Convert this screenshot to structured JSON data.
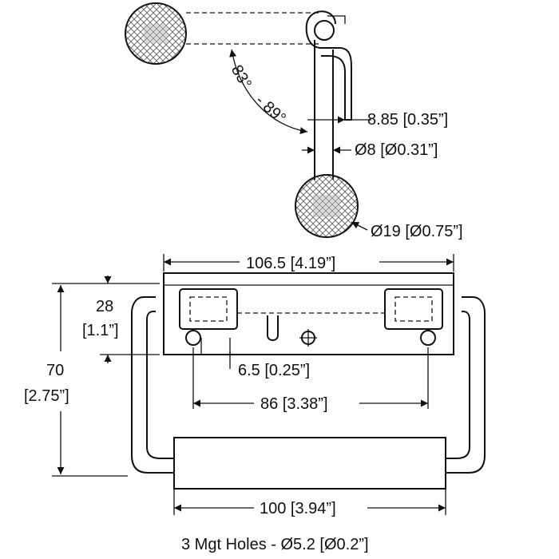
{
  "dimensions": {
    "angle_top": "83°",
    "angle_bottom": "- 89°",
    "offset": "8.85 [0.35”]",
    "rod_diameter": "Ø8 [Ø0.31”]",
    "grip_diameter": "Ø19 [Ø0.75”]",
    "plate_width": "106.5 [4.19”]",
    "plate_height_mm": "28",
    "plate_height_in": "[1.1”]",
    "total_height_mm": "70",
    "total_height_in": "[2.75”]",
    "hole_offset": "6.5 [0.25”]",
    "hole_spacing": "86 [3.38”]",
    "grip_length": "100 [3.94”]",
    "mounting_holes": "3 Mgt Holes - Ø5.2 [Ø0.2”]"
  }
}
